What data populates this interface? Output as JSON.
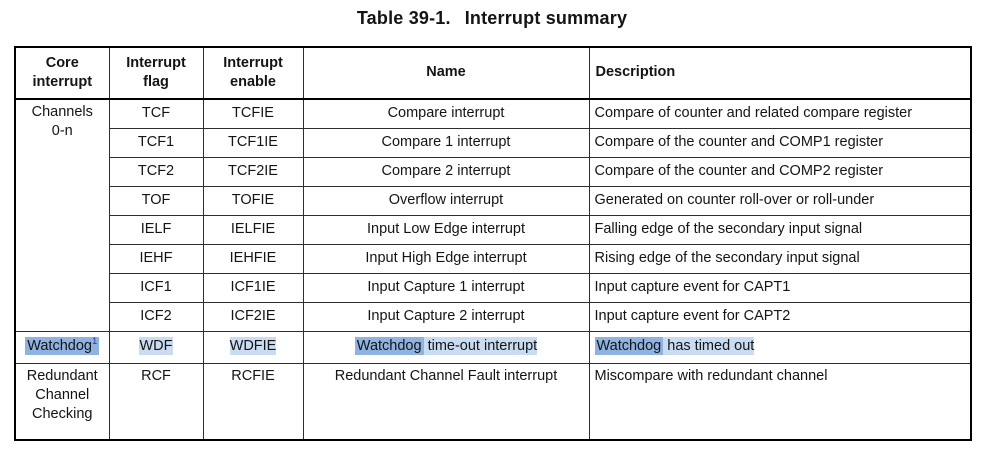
{
  "title": {
    "prefix": "Table 39-1.",
    "text": "Interrupt summary"
  },
  "colors": {
    "highlight_dark": "#8fb2e0",
    "highlight_light": "#c9dcf2",
    "footnote_blue": "#2a35c0",
    "border": "#2e2e2e"
  },
  "table": {
    "headers": {
      "core": "Core\ninterrupt",
      "flag": "Interrupt\nflag",
      "enable": "Interrupt\nenable",
      "name": "Name",
      "desc": "Description"
    },
    "channels_group_label": "Channels\n0-n",
    "channel_rows": [
      {
        "flag": "TCF",
        "enable": "TCFIE",
        "name": "Compare interrupt",
        "desc": "Compare of counter and related compare register"
      },
      {
        "flag": "TCF1",
        "enable": "TCF1IE",
        "name": "Compare 1 interrupt",
        "desc": "Compare of the counter and COMP1 register"
      },
      {
        "flag": "TCF2",
        "enable": "TCF2IE",
        "name": "Compare 2 interrupt",
        "desc": "Compare of the counter and COMP2 register"
      },
      {
        "flag": "TOF",
        "enable": "TOFIE",
        "name": "Overflow interrupt",
        "desc": "Generated on counter roll-over or roll-under"
      },
      {
        "flag": "IELF",
        "enable": "IELFIE",
        "name": "Input Low Edge interrupt",
        "desc": "Falling edge of the secondary input signal"
      },
      {
        "flag": "IEHF",
        "enable": "IEHFIE",
        "name": "Input High Edge interrupt",
        "desc": "Rising edge of the secondary input signal"
      },
      {
        "flag": "ICF1",
        "enable": "ICF1IE",
        "name": "Input Capture 1 interrupt",
        "desc": "Input capture event for CAPT1"
      },
      {
        "flag": "ICF2",
        "enable": "ICF2IE",
        "name": "Input Capture 2 interrupt",
        "desc": "Input capture event for CAPT2"
      }
    ],
    "watchdog_row": {
      "core_match": "Watchdog",
      "core_sup": "1",
      "flag": "WDF",
      "enable": "WDFIE",
      "name_match": "Watchdog",
      "name_rest": " time-out interrupt",
      "desc_match": "Watchdog",
      "desc_rest": " has timed out"
    },
    "redundant_row": {
      "core": "Redundant Channel Checking",
      "flag": "RCF",
      "enable": "RCFIE",
      "name": "Redundant Channel Fault interrupt",
      "desc": "Miscompare with redundant channel"
    }
  }
}
